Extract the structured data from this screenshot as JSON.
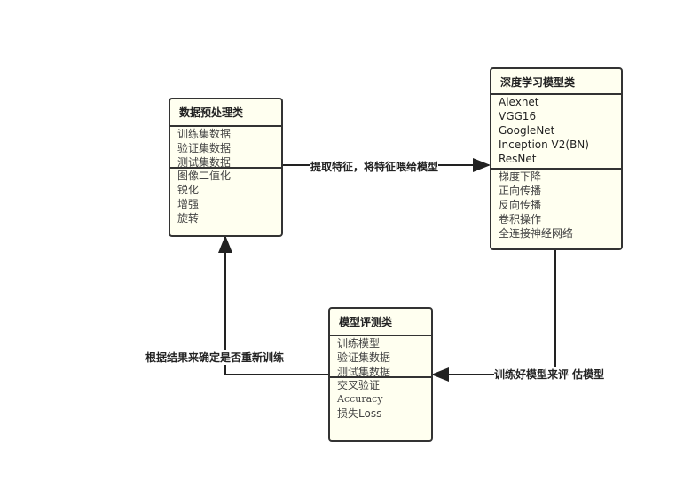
{
  "preprocess": {
    "title": "数据预处理类",
    "group1": [
      "训练集数据",
      "验证集数据",
      "测试集数据"
    ],
    "group2": [
      "图像二值化",
      "锐化",
      "增强",
      "旋转"
    ]
  },
  "model": {
    "title": "深度学习模型类",
    "group1": [
      "Alexnet",
      "VGG16",
      "GoogleNet",
      "Inception V2(BN)",
      "ResNet"
    ],
    "group2": [
      "梯度下降",
      "正向传播",
      "反向传播",
      "卷积操作",
      "全连接神经网络"
    ]
  },
  "evaluate": {
    "title": "模型评测类",
    "group1": [
      "训练模型",
      "验证集数据",
      "测试集数据"
    ],
    "group2": [
      "交叉验证",
      "Accuracy",
      "损失Loss"
    ]
  },
  "edges": {
    "preprocess_to_model": "提取特征，将特征喂给模型",
    "model_to_evaluate": "训练好模型来评 估模型",
    "evaluate_to_preprocess": "根据结果来确定是否重新训练"
  }
}
